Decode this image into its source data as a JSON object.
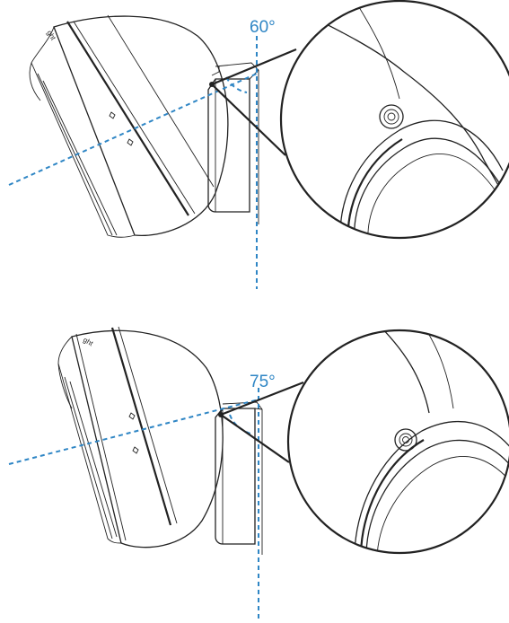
{
  "diagrams": [
    {
      "angle_label": "60°",
      "brand_fragment": "ght"
    },
    {
      "angle_label": "75°",
      "brand_fragment": "ght"
    }
  ],
  "colors": {
    "guide_line": "#2f86c5",
    "outline": "#222222"
  }
}
